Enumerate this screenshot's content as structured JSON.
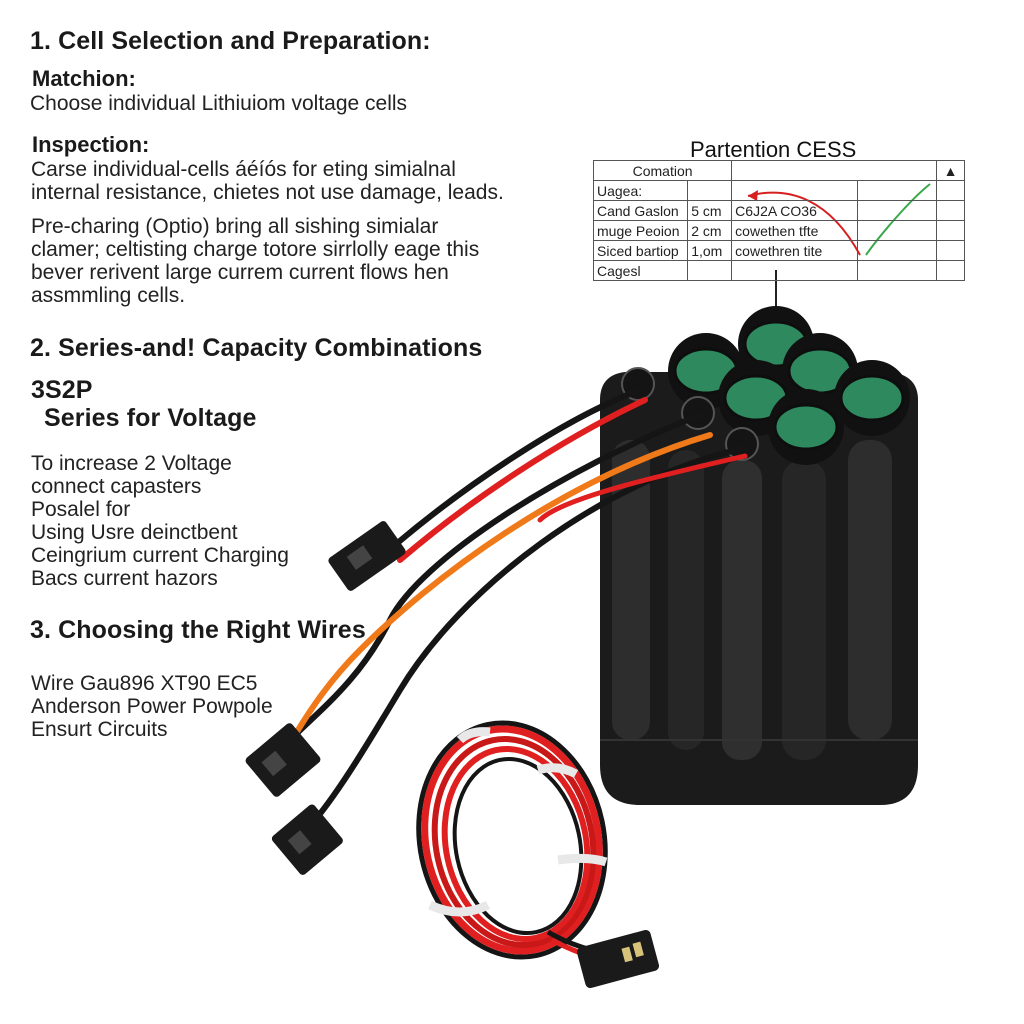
{
  "section1": {
    "heading": "1. Cell Selection and Preparation:",
    "matching": {
      "label": "Matchion:",
      "text": "Choose individual Lithiuiom voltage cells"
    },
    "inspection": {
      "label": "Inspection:",
      "lines": [
        "Carse individual-cells áéíós for eting simialnal",
        "internal resistance, chietes not use damage, leads."
      ]
    },
    "precharging": {
      "lines": [
        "Pre-charing (Optio) bring all sishing simialar",
        "clamer; celtisting charge totore sirrlolly eage this",
        "bever rerivent large currem current flows hen",
        "assmmling cells."
      ]
    }
  },
  "section2": {
    "heading": "2. Series-and! Capacity Combinations",
    "config": "3S2P",
    "subheading": "Series for Voltage",
    "lines": [
      "To increase 2 Voltage",
      "connect capasters",
      "Posalel for",
      "Using Usre deinctbent",
      "Ceingrium current Charging",
      "Bacs current hazors"
    ]
  },
  "section3": {
    "heading": "3. Choosing the Right Wires",
    "lines": [
      "Wire Gau896 XT90 EC5",
      "Anderson Power Powpole",
      "Ensurt Circuits"
    ]
  },
  "table": {
    "title": "Partention CESS",
    "header": "Comation",
    "header_marker": "▲",
    "rows": [
      [
        "Uagea:",
        "",
        "",
        "",
        ""
      ],
      [
        "Cand Gaslon",
        "5 cm",
        "C6J2A CO36",
        "",
        ""
      ],
      [
        "muge Peoion",
        "2 cm",
        "cowethen tfte",
        "",
        ""
      ],
      [
        "Siced bartiop",
        "1,om",
        "cowethren tite",
        "",
        ""
      ],
      [
        "Cagesl",
        "",
        "",
        "",
        ""
      ]
    ]
  },
  "colors": {
    "cell_cap": "#2e8a5e",
    "cell_ring": "#111111",
    "battery_body": "#1b1b1b",
    "wire_red": "#e02020",
    "wire_orange": "#f07a1a",
    "wire_black": "#151515",
    "chart_arrow_red": "#d62020",
    "chart_check_green": "#3aa84a"
  }
}
